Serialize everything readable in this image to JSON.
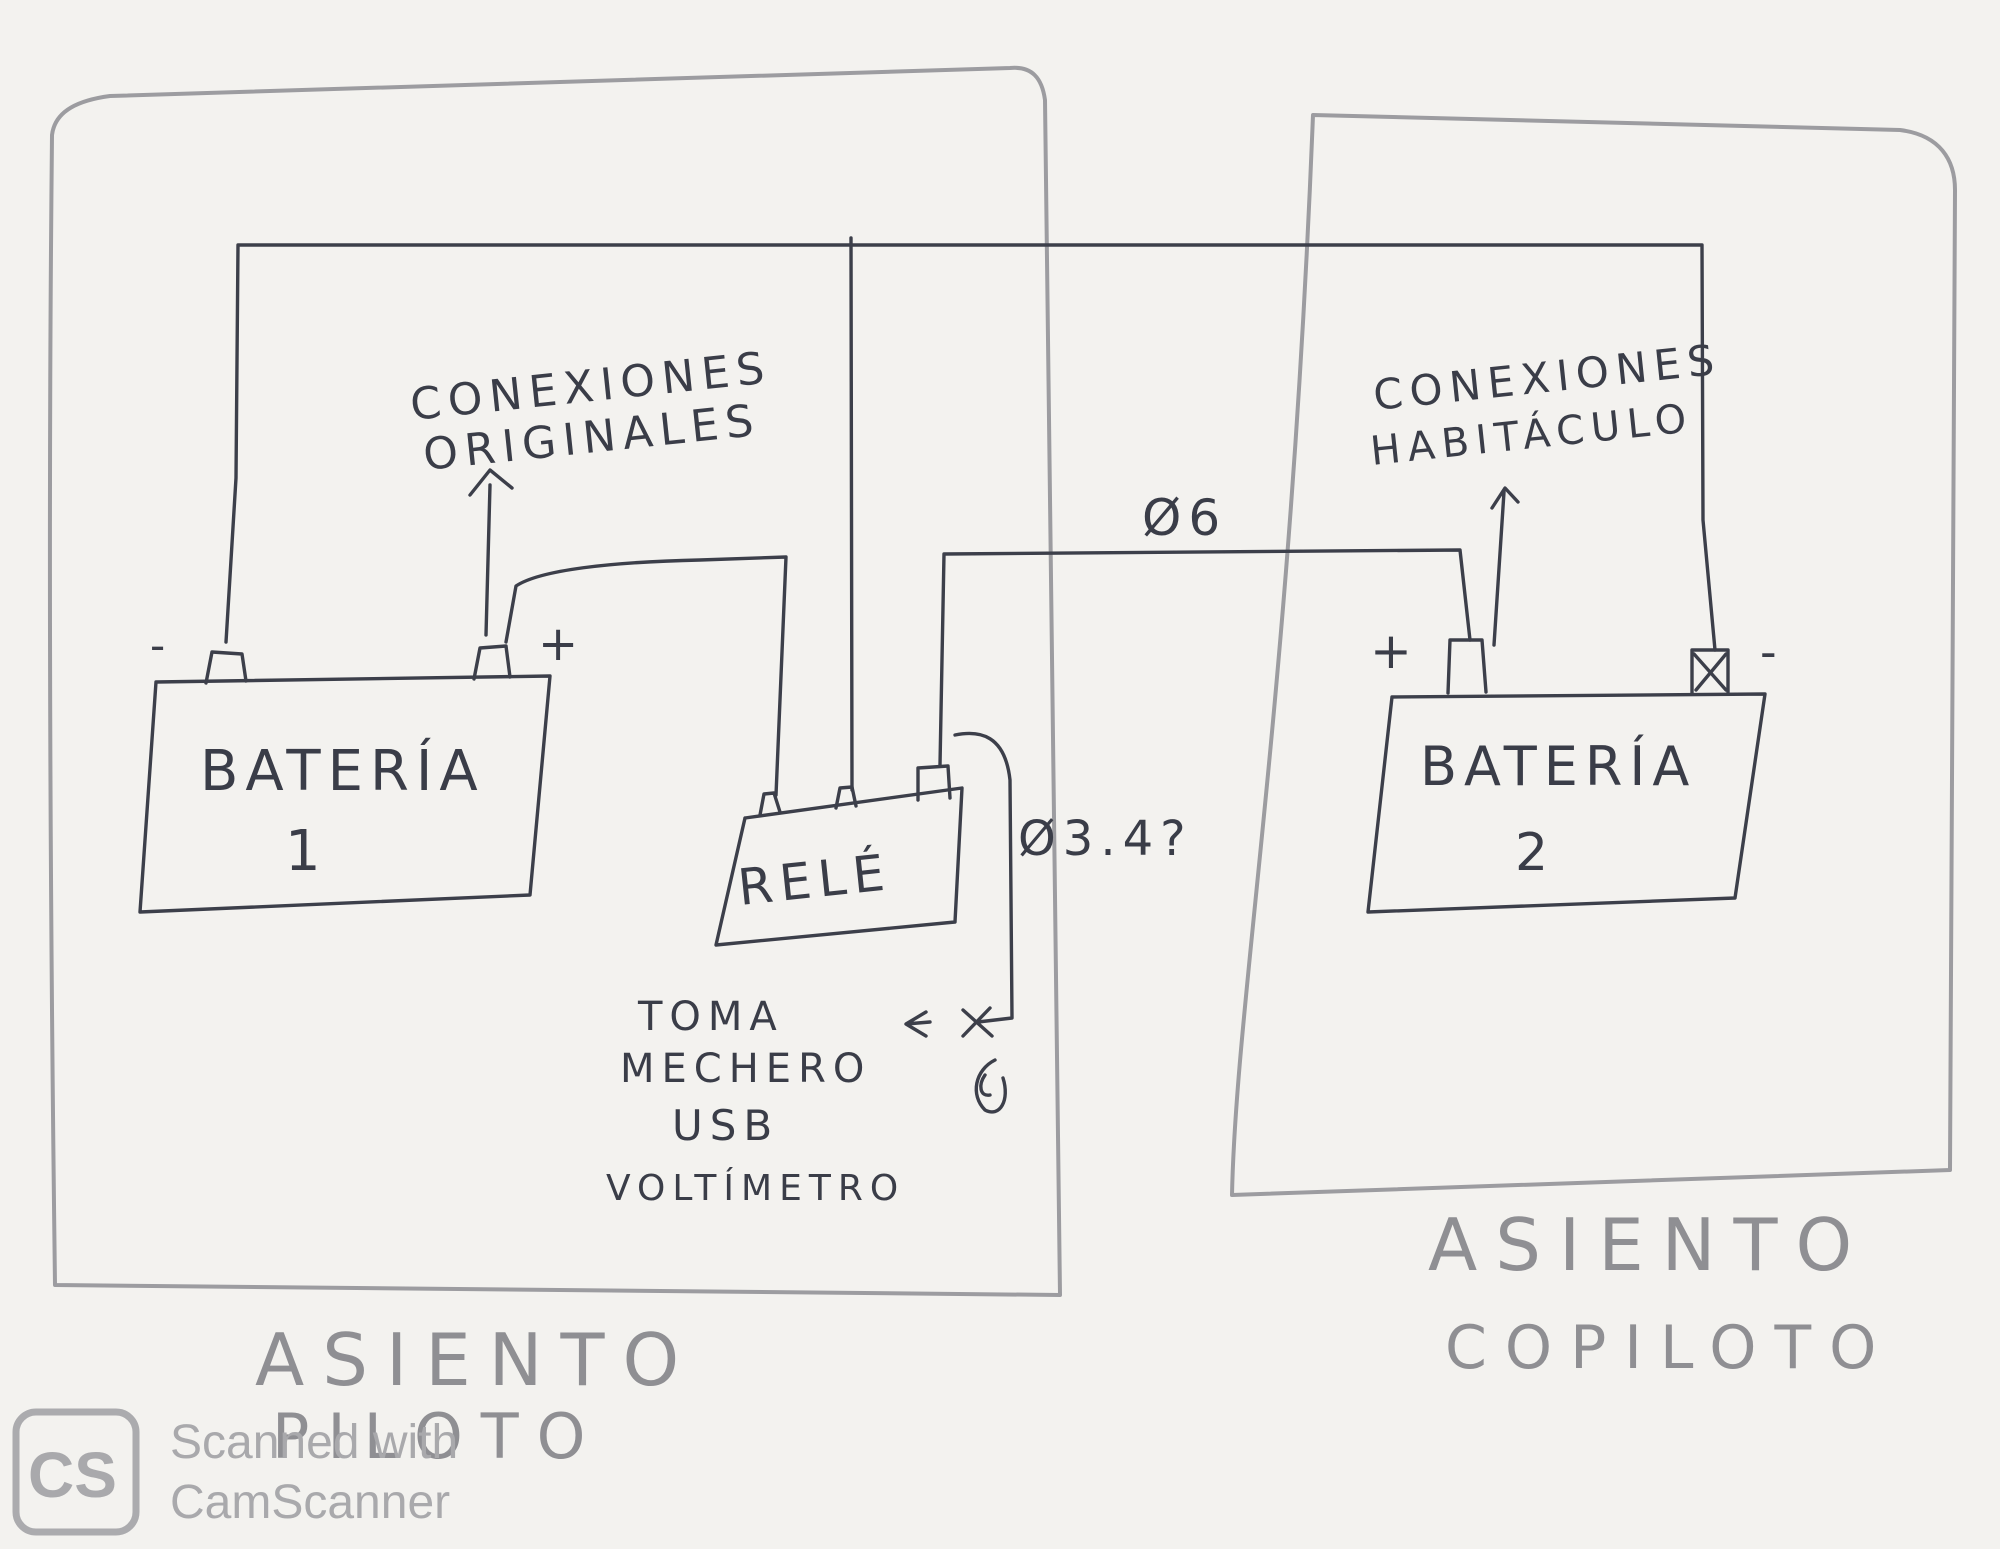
{
  "diagram": {
    "seats": {
      "pilot": {
        "line1": "ASIENTO",
        "line2": "PILOTO"
      },
      "copilot": {
        "line1": "ASIENTO",
        "line2": "COPILOTO"
      }
    },
    "battery1": {
      "line1": "BATERÍA",
      "line2": "1",
      "neg": "-",
      "pos": "+"
    },
    "battery2": {
      "line1": "BATERÍA",
      "line2": "2",
      "neg": "-",
      "pos": "+"
    },
    "relay": {
      "label": "RELÉ"
    },
    "original_connections": {
      "line1": "CONEXIONES",
      "line2": "ORIGINALES"
    },
    "cabin_connections": {
      "line1": "CONEXIONES",
      "line2": "HABITÁCULO"
    },
    "cable_main": "Ø6",
    "cable_aux": "Ø3.4?",
    "outlets": [
      "TOMA",
      "MECHERO",
      "USB",
      "VOLTÍMETRO"
    ]
  },
  "watermark": {
    "logo": "CS",
    "line1": "Scanned with",
    "line2": "CamScanner"
  }
}
